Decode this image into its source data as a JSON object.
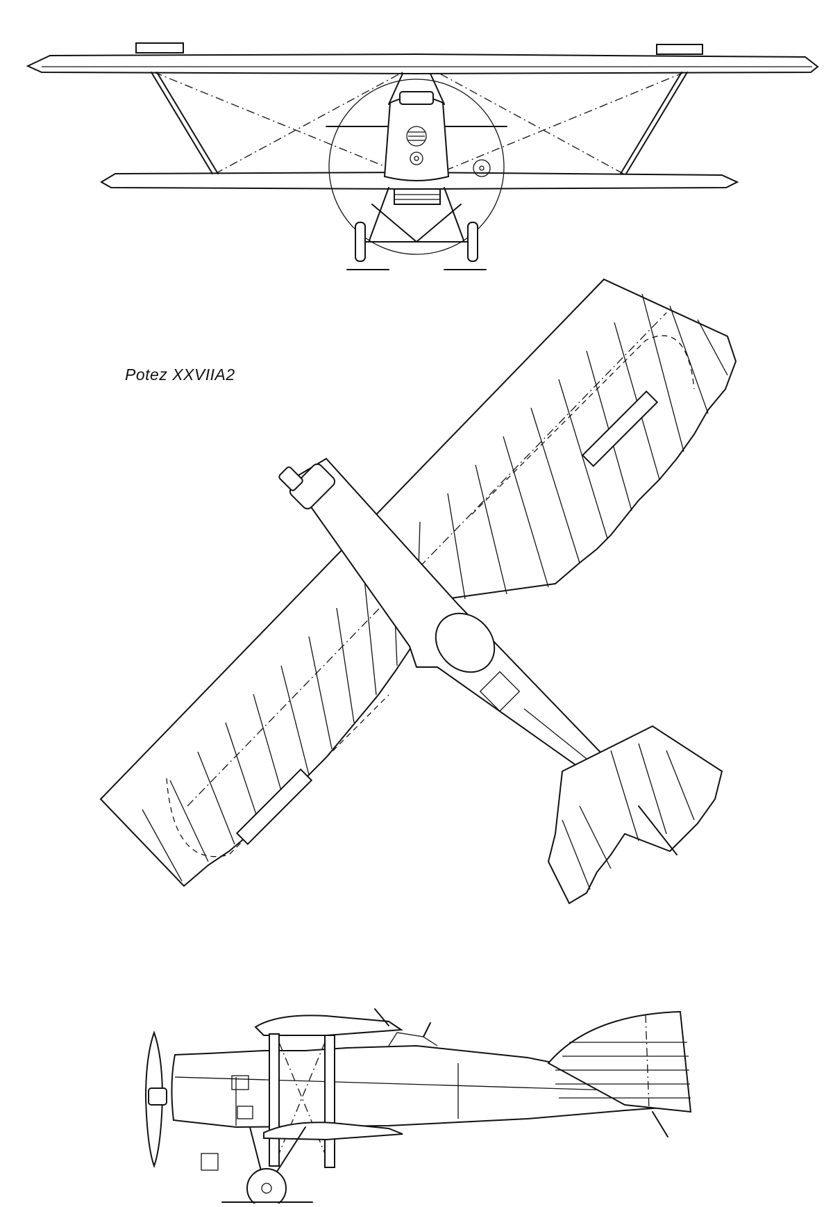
{
  "drawing": {
    "caption": "Potez XXVIIA2",
    "views": [
      "front-view",
      "top-view",
      "side-view"
    ]
  }
}
